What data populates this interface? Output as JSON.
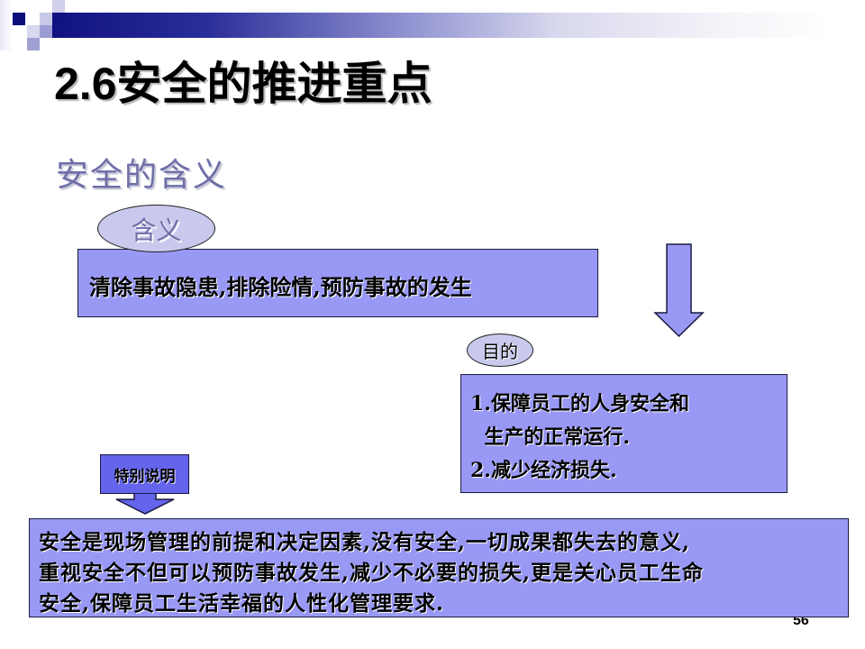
{
  "slide": {
    "title": "2.6安全的推进重点",
    "subtitle": "安全的含义",
    "page_number": "56"
  },
  "meaning": {
    "label": "含义",
    "text": "清除事故隐患,排除险情,预防事故的发生"
  },
  "purpose": {
    "label": "目的",
    "lines": [
      "1.保障员工的人身安全和",
      "  生产的正常运行.",
      "2.减少经济损失."
    ]
  },
  "note": {
    "label": "特别说明",
    "lines": [
      "安全是现场管理的前提和决定因素,没有安全,一切成果都失去的意义,",
      "重视安全不但可以预防事故发生,减少不必要的损失,更是关心员工生命",
      "安全,保障员工生活幸福的人性化管理要求."
    ]
  },
  "colors": {
    "header_navy": "#0f1280",
    "box_fill": "#9999f5",
    "ellipse_fill": "#c9c9ee",
    "callout_fill": "#6464ec",
    "subtitle_color": "#6e6ea8"
  }
}
